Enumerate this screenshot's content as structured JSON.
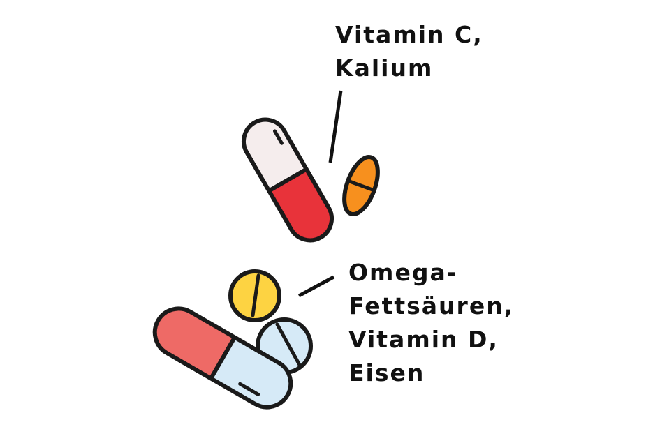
{
  "labels": {
    "top": [
      "Vitamin C,",
      "Kalium"
    ],
    "bottom": [
      "Omega-",
      "Fettsäuren,",
      "Vitamin D,",
      "Eisen"
    ]
  },
  "colors": {
    "outline": "#1a1a1a",
    "capsule_top_white": "#f5eded",
    "capsule_top_red": "#e8333a",
    "orange_pill": "#f7901e",
    "yellow_pill": "#fdd342",
    "light_blue": "#d6eaf7",
    "capsule_bottom_red": "#ee6a66"
  },
  "icons": [
    "red-white-capsule-icon",
    "orange-oval-tablet-icon",
    "yellow-round-tablet-icon",
    "light-blue-round-tablet-icon",
    "blue-red-capsule-icon"
  ]
}
